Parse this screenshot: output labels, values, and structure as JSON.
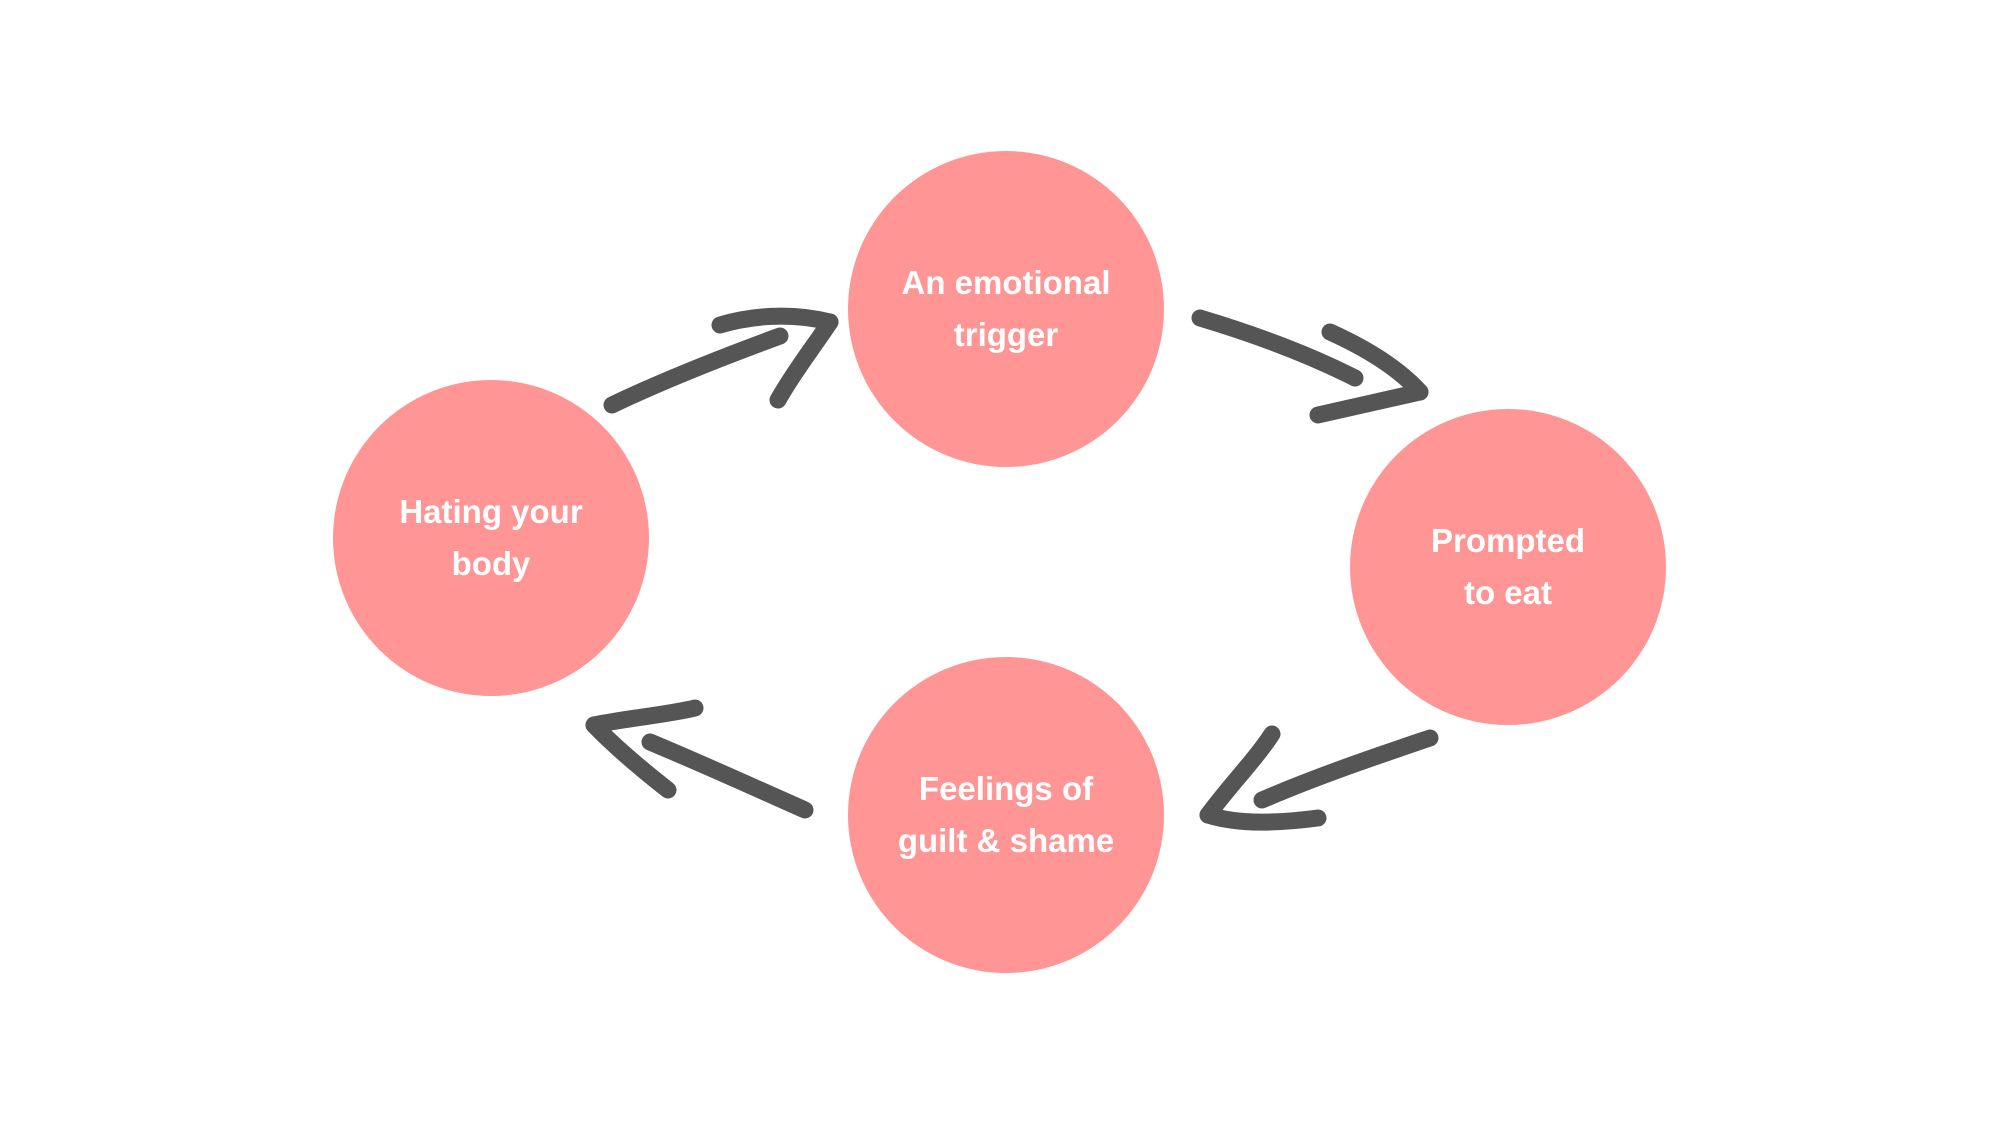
{
  "colors": {
    "node_fill": "#ff9595",
    "node_text": "#ffffff",
    "arrow": "#555555",
    "background": "#ffffff"
  },
  "nodes": {
    "emotional_trigger": "An emotional\ntrigger",
    "prompted_to_eat": "Prompted\nto eat",
    "guilt_shame": "Feelings of\nguilt & shame",
    "hating_body": "Hating your\nbody"
  },
  "arrows": [
    {
      "from": "An emotional trigger",
      "to": "Prompted to eat"
    },
    {
      "from": "Prompted to eat",
      "to": "Feelings of guilt & shame"
    },
    {
      "from": "Feelings of guilt & shame",
      "to": "Hating your body"
    },
    {
      "from": "Hating your body",
      "to": "An emotional trigger"
    }
  ]
}
